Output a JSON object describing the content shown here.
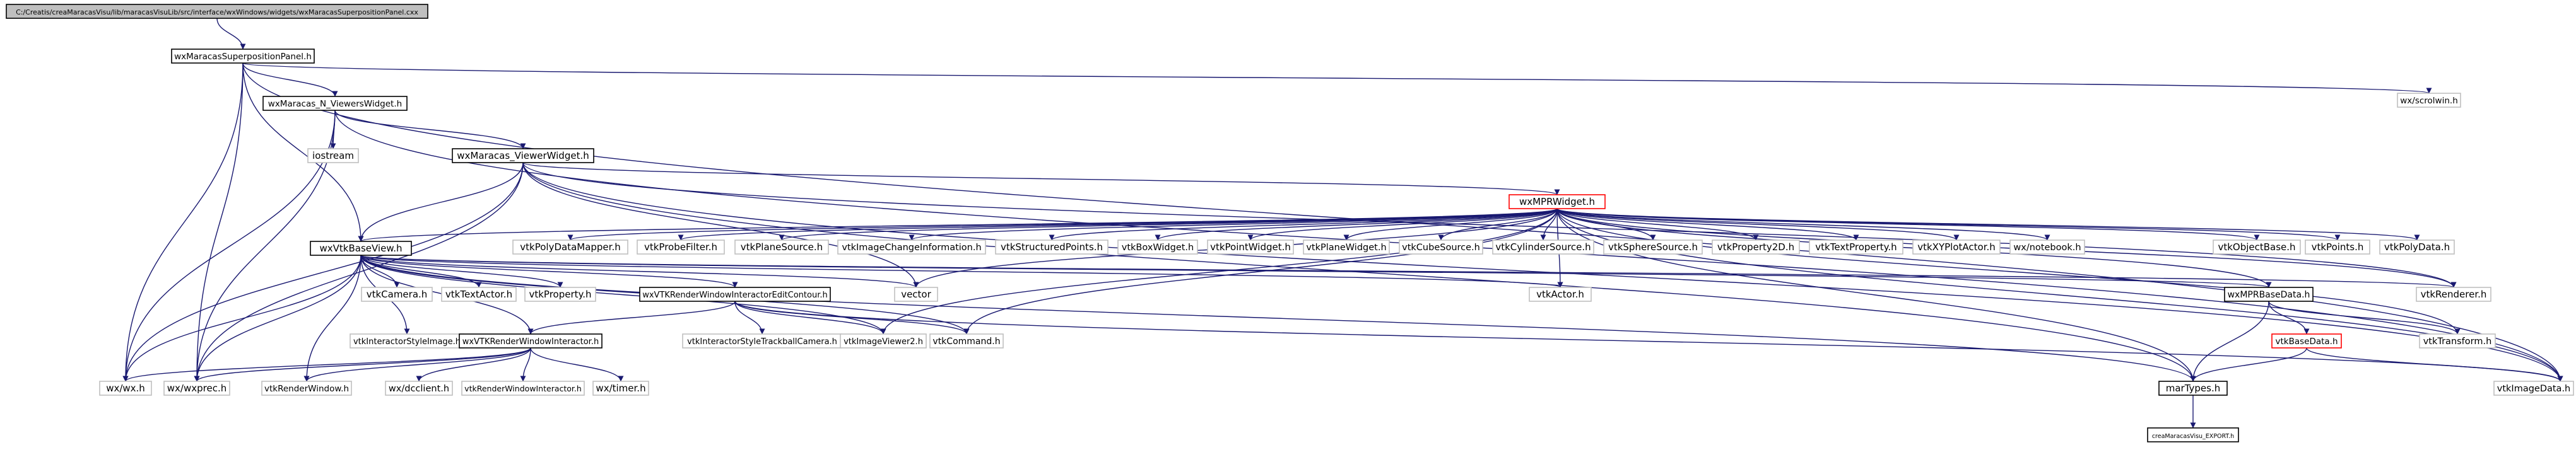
{
  "colors": {
    "edge": "#191970",
    "node_border": "#000000",
    "root_fill": "#bfbfbf",
    "node_fill": "#ffffff",
    "external_border": "#bfbfbf",
    "red_border": "#ff0000"
  },
  "graph": {
    "nodes": [
      {
        "id": "root",
        "label": "C:/Creatis/creaMaracasVisu/lib/maracasVisuLib/src/interface/wxWindows/widgets/wxMaracasSuperpositionPanel.cxx",
        "style": "root"
      },
      {
        "id": "supPanel",
        "label": "wxMaracasSuperpositionPanel.h",
        "style": "normal"
      },
      {
        "id": "nViewers",
        "label": "wxMaracas_N_ViewersWidget.h",
        "style": "normal"
      },
      {
        "id": "scrolwin",
        "label": "wx/scrolwin.h",
        "style": "external"
      },
      {
        "id": "iostream",
        "label": "iostream",
        "style": "external"
      },
      {
        "id": "viewerW",
        "label": "wxMaracas_ViewerWidget.h",
        "style": "normal"
      },
      {
        "id": "mpr",
        "label": "wxMPRWidget.h",
        "style": "red"
      },
      {
        "id": "vtkBase",
        "label": "wxVtkBaseView.h",
        "style": "normal"
      },
      {
        "id": "polyMapper",
        "label": "vtkPolyDataMapper.h",
        "style": "external"
      },
      {
        "id": "probe",
        "label": "vtkProbeFilter.h",
        "style": "external"
      },
      {
        "id": "planeSrc",
        "label": "vtkPlaneSource.h",
        "style": "external"
      },
      {
        "id": "imgChange",
        "label": "vtkImageChangeInformation.h",
        "style": "external"
      },
      {
        "id": "structPts",
        "label": "vtkStructuredPoints.h",
        "style": "external"
      },
      {
        "id": "boxW",
        "label": "vtkBoxWidget.h",
        "style": "external"
      },
      {
        "id": "pointW",
        "label": "vtkPointWidget.h",
        "style": "external"
      },
      {
        "id": "planeW",
        "label": "vtkPlaneWidget.h",
        "style": "external"
      },
      {
        "id": "cubeSrc",
        "label": "vtkCubeSource.h",
        "style": "external"
      },
      {
        "id": "cylSrc",
        "label": "vtkCylinderSource.h",
        "style": "external"
      },
      {
        "id": "sphereSrc",
        "label": "vtkSphereSource.h",
        "style": "external"
      },
      {
        "id": "prop2d",
        "label": "vtkProperty2D.h",
        "style": "external"
      },
      {
        "id": "textProp",
        "label": "vtkTextProperty.h",
        "style": "external"
      },
      {
        "id": "xyplot",
        "label": "vtkXYPlotActor.h",
        "style": "external"
      },
      {
        "id": "notebook",
        "label": "wx/notebook.h",
        "style": "external"
      },
      {
        "id": "objBase",
        "label": "vtkObjectBase.h",
        "style": "external"
      },
      {
        "id": "points",
        "label": "vtkPoints.h",
        "style": "external"
      },
      {
        "id": "polyData",
        "label": "vtkPolyData.h",
        "style": "external"
      },
      {
        "id": "vector",
        "label": "vector",
        "style": "external"
      },
      {
        "id": "actor",
        "label": "vtkActor.h",
        "style": "external"
      },
      {
        "id": "mprBase",
        "label": "wxMPRBaseData.h",
        "style": "normal"
      },
      {
        "id": "renderer",
        "label": "vtkRenderer.h",
        "style": "external"
      },
      {
        "id": "camera",
        "label": "vtkCamera.h",
        "style": "external"
      },
      {
        "id": "textActor",
        "label": "vtkTextActor.h",
        "style": "external"
      },
      {
        "id": "property",
        "label": "vtkProperty.h",
        "style": "external"
      },
      {
        "id": "rwiEdit",
        "label": "wxVTKRenderWindowInteractorEditContour.h",
        "style": "normal"
      },
      {
        "id": "command",
        "label": "vtkCommand.h",
        "style": "external"
      },
      {
        "id": "interStyleImg",
        "label": "vtkInteractorStyleImage.h",
        "style": "external"
      },
      {
        "id": "rwi",
        "label": "wxVTKRenderWindowInteractor.h",
        "style": "normal"
      },
      {
        "id": "interStyleTB",
        "label": "vtkInteractorStyleTrackballCamera.h",
        "style": "external"
      },
      {
        "id": "imgViewer2",
        "label": "vtkImageViewer2.h",
        "style": "external"
      },
      {
        "id": "baseData",
        "label": "vtkBaseData.h",
        "style": "red"
      },
      {
        "id": "transform",
        "label": "vtkTransform.h",
        "style": "external"
      },
      {
        "id": "wxh",
        "label": "wx/wx.h",
        "style": "external"
      },
      {
        "id": "wxprec",
        "label": "wx/wxprec.h",
        "style": "external"
      },
      {
        "id": "renderWin",
        "label": "vtkRenderWindow.h",
        "style": "external"
      },
      {
        "id": "dcclient",
        "label": "wx/dcclient.h",
        "style": "external"
      },
      {
        "id": "rwiVtk",
        "label": "vtkRenderWindowInteractor.h",
        "style": "external"
      },
      {
        "id": "timer",
        "label": "wx/timer.h",
        "style": "external"
      },
      {
        "id": "marTypes",
        "label": "marTypes.h",
        "style": "normal"
      },
      {
        "id": "imageData",
        "label": "vtkImageData.h",
        "style": "external"
      },
      {
        "id": "export",
        "label": "creaMaracasVisu_EXPORT.h",
        "style": "normal"
      }
    ],
    "edges": [
      [
        "root",
        "supPanel"
      ],
      [
        "supPanel",
        "nViewers"
      ],
      [
        "supPanel",
        "scrolwin"
      ],
      [
        "supPanel",
        "vtkBase"
      ],
      [
        "supPanel",
        "wxh"
      ],
      [
        "supPanel",
        "wxprec"
      ],
      [
        "supPanel",
        "imageData"
      ],
      [
        "nViewers",
        "iostream"
      ],
      [
        "nViewers",
        "viewerW"
      ],
      [
        "nViewers",
        "wxh"
      ],
      [
        "nViewers",
        "wxprec"
      ],
      [
        "nViewers",
        "imageData"
      ],
      [
        "viewerW",
        "mpr"
      ],
      [
        "viewerW",
        "vtkBase"
      ],
      [
        "viewerW",
        "wxh"
      ],
      [
        "viewerW",
        "wxprec"
      ],
      [
        "viewerW",
        "imageData"
      ],
      [
        "viewerW",
        "vector"
      ],
      [
        "viewerW",
        "renderer"
      ],
      [
        "viewerW",
        "marTypes"
      ],
      [
        "mpr",
        "vtkBase"
      ],
      [
        "mpr",
        "polyMapper"
      ],
      [
        "mpr",
        "probe"
      ],
      [
        "mpr",
        "planeSrc"
      ],
      [
        "mpr",
        "imgChange"
      ],
      [
        "mpr",
        "structPts"
      ],
      [
        "mpr",
        "boxW"
      ],
      [
        "mpr",
        "pointW"
      ],
      [
        "mpr",
        "planeW"
      ],
      [
        "mpr",
        "cubeSrc"
      ],
      [
        "mpr",
        "cylSrc"
      ],
      [
        "mpr",
        "sphereSrc"
      ],
      [
        "mpr",
        "prop2d"
      ],
      [
        "mpr",
        "textProp"
      ],
      [
        "mpr",
        "xyplot"
      ],
      [
        "mpr",
        "notebook"
      ],
      [
        "mpr",
        "objBase"
      ],
      [
        "mpr",
        "points"
      ],
      [
        "mpr",
        "polyData"
      ],
      [
        "mpr",
        "vector"
      ],
      [
        "mpr",
        "actor"
      ],
      [
        "mpr",
        "mprBase"
      ],
      [
        "mpr",
        "renderer"
      ],
      [
        "mpr",
        "command"
      ],
      [
        "mpr",
        "imgViewer2"
      ],
      [
        "mpr",
        "marTypes"
      ],
      [
        "mpr",
        "imageData"
      ],
      [
        "mpr",
        "transform"
      ],
      [
        "vtkBase",
        "camera"
      ],
      [
        "vtkBase",
        "textActor"
      ],
      [
        "vtkBase",
        "property"
      ],
      [
        "vtkBase",
        "rwiEdit"
      ],
      [
        "vtkBase",
        "interStyleImg"
      ],
      [
        "vtkBase",
        "rwi"
      ],
      [
        "vtkBase",
        "wxh"
      ],
      [
        "vtkBase",
        "wxprec"
      ],
      [
        "vtkBase",
        "renderWin"
      ],
      [
        "vtkBase",
        "vector"
      ],
      [
        "vtkBase",
        "actor"
      ],
      [
        "vtkBase",
        "mprBase"
      ],
      [
        "vtkBase",
        "renderer"
      ],
      [
        "vtkBase",
        "imgViewer2"
      ],
      [
        "vtkBase",
        "command"
      ],
      [
        "vtkBase",
        "marTypes"
      ],
      [
        "rwiEdit",
        "rwi"
      ],
      [
        "rwiEdit",
        "interStyleTB"
      ],
      [
        "rwiEdit",
        "imgViewer2"
      ],
      [
        "rwiEdit",
        "command"
      ],
      [
        "rwiEdit",
        "imageData"
      ],
      [
        "rwi",
        "wxh"
      ],
      [
        "rwi",
        "wxprec"
      ],
      [
        "rwi",
        "renderWin"
      ],
      [
        "rwi",
        "dcclient"
      ],
      [
        "rwi",
        "rwiVtk"
      ],
      [
        "rwi",
        "timer"
      ],
      [
        "mprBase",
        "baseData"
      ],
      [
        "mprBase",
        "marTypes"
      ],
      [
        "mprBase",
        "transform"
      ],
      [
        "baseData",
        "marTypes"
      ],
      [
        "baseData",
        "imageData"
      ],
      [
        "marTypes",
        "export"
      ]
    ]
  }
}
